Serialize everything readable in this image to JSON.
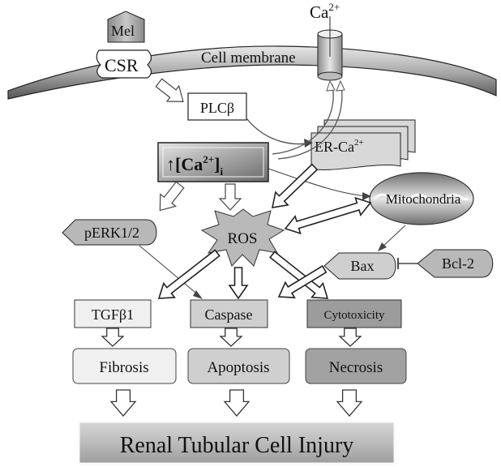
{
  "labels": {
    "mel": "Mel",
    "csr": "CSR",
    "cell_membrane": "Cell membrane",
    "ca": "Ca",
    "ca_sup": "2+",
    "plc": "PLCβ",
    "er_ca": "ER-Ca",
    "er_ca_sup": "2+",
    "ca_i_arrow": "↑",
    "ca_i_open": "[Ca",
    "ca_i_sup": "2+",
    "ca_i_close": "]",
    "ca_i_sub": "i",
    "mitochondria": "Mitochondria",
    "perk": "pERK1/2",
    "ros": "ROS",
    "bax": "Bax",
    "bcl2": "Bcl-2",
    "tgf": "TGFβ1",
    "caspase": "Caspase",
    "cytotoxicity": "Cytotoxicity",
    "fibrosis": "Fibrosis",
    "apoptosis": "Apoptosis",
    "necrosis": "Necrosis",
    "injury": "Renal Tubular Cell Injury"
  }
}
